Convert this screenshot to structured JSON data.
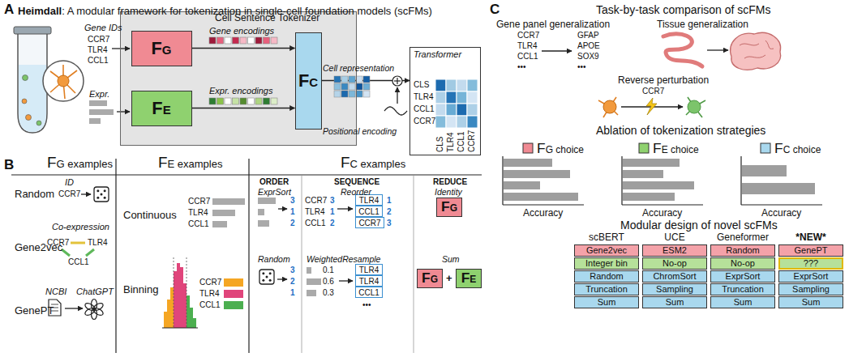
{
  "diagram": {
    "nodes": [
      {
        "text": [
          "Cell Sentence Tokenizer"
        ]
      },
      {
        "text": [
          "FG"
        ],
        "in": 0
      },
      {
        "text": [
          "FE"
        ],
        "in": 0
      },
      {
        "text": [
          "FC"
        ],
        "in": 0
      },
      {
        "text": [
          "Transformer"
        ]
      },
      {
        "text": [
          "TLR4"
        ]
      },
      {
        "text": [
          "CCL1"
        ]
      },
      {
        "text": [
          "CCR7"
        ]
      },
      {
        "text": [
          "TLR4"
        ]
      },
      {
        "text": [
          "TLR4"
        ]
      },
      {
        "text": [
          "CCL1"
        ]
      },
      {
        "text": [
          "FG"
        ]
      },
      {
        "text": [
          "FG"
        ]
      },
      {
        "text": [
          "FE"
        ]
      },
      {
        "text": [
          "Gene2vec"
        ]
      },
      {
        "text": [
          "ESM2"
        ]
      },
      {
        "text": [
          "Random"
        ]
      },
      {
        "text": [
          "GenePT"
        ]
      },
      {
        "text": [
          "Integer bin"
        ]
      },
      {
        "text": [
          "No-op"
        ]
      },
      {
        "text": [
          "No-op"
        ]
      },
      {
        "text": [
          "???"
        ]
      },
      {
        "text": [
          "Random"
        ]
      },
      {
        "text": [
          "ChromSort"
        ]
      },
      {
        "text": [
          "ExprSort"
        ]
      },
      {
        "text": [
          "ExprSort"
        ]
      },
      {
        "text": [
          "Truncation"
        ]
      },
      {
        "text": [
          "Sampling"
        ]
      },
      {
        "text": [
          "Truncation"
        ]
      },
      {
        "text": [
          "Sampling"
        ]
      },
      {
        "text": [
          "Sum"
        ]
      },
      {
        "text": [
          "Sum"
        ]
      },
      {
        "text": [
          "Sum"
        ]
      },
      {
        "text": [
          "Sum"
        ]
      }
    ],
    "edges": [
      {
        "from": 1,
        "to": 3,
        "arrow": "to"
      },
      {
        "from": 2,
        "to": 3,
        "arrow": "to"
      },
      {
        "from": 3,
        "to": 4,
        "arrow": "to"
      }
    ],
    "labels": [
      "A",
      "Heimdall",
      ": A modular framework for tokenization in single-cell foundation models (scFMs)",
      "Gene IDs",
      "CCR7",
      "TLR4",
      "CCL1",
      "Expr.",
      "Gene encodings",
      "Expr. encodings",
      "Cell representation",
      "Positional encoding",
      "CLS",
      "TLR4",
      "CCL1",
      "CCR7",
      "CLS",
      "TLR4",
      "CCL1",
      "CCR7",
      "B",
      "FG examples",
      "FE examples",
      "FC examples",
      "Random",
      "ID",
      "CCR7",
      "Gene2vec",
      "Co-expression",
      "CCR7",
      "TLR4",
      "CCL1",
      "GenePT",
      "NCBI",
      "ChatGPT",
      "Continuous",
      "CCR7",
      "TLR4",
      "CCL1",
      "Binning",
      "CCR7",
      "TLR4",
      "CCL1",
      "ORDER",
      "SEQUENCE",
      "REDUCE",
      "ExprSort",
      "3",
      "1",
      "2",
      "Random",
      "3",
      "2",
      "1",
      "Reorder",
      "CCR7",
      "TLR4",
      "CCL1",
      "3",
      "1",
      "2",
      "1",
      "2",
      "3",
      "WeightedResample",
      "0.1",
      "0.6",
      "0.3",
      "•••",
      "Identity",
      "Sum",
      "+",
      "C",
      "Task-by-task comparison of scFMs",
      "Gene panel generalization",
      "CCR7",
      "TLR4",
      "CCL1",
      "•••",
      "GFAP",
      "APOE",
      "SOX9",
      "•••",
      "Tissue generalization",
      "Reverse perturbation",
      "CCR7",
      "Ablation of tokenization strategies",
      "FG choice",
      "FE choice",
      "FC choice",
      "Accuracy",
      "Accuracy",
      "Accuracy",
      "Modular design of novel scFMs",
      "scBERT",
      "UCE",
      "Geneformer",
      "*NEW*"
    ]
  }
}
